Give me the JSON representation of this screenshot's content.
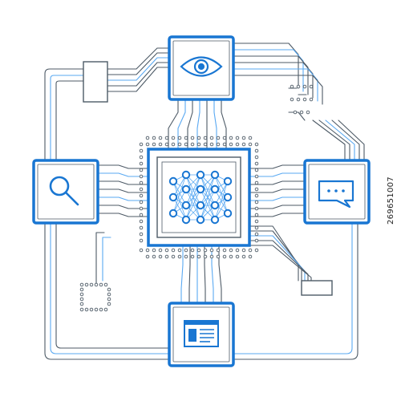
{
  "diagram": {
    "colors": {
      "line": "#4d5a66",
      "accent": "#1976d2",
      "accent_light": "#5aa9f2",
      "background": "#ffffff"
    },
    "nodes": [
      {
        "name": "eye-chip",
        "icon": "eye-icon"
      },
      {
        "name": "search-chip",
        "icon": "magnifier-icon"
      },
      {
        "name": "neural-network-chip",
        "icon": "neural-network-icon"
      },
      {
        "name": "chat-chip",
        "icon": "chat-bubble-icon"
      },
      {
        "name": "browser-chip",
        "icon": "web-page-icon"
      },
      {
        "name": "connector-block",
        "icon": "connector-icon"
      }
    ]
  },
  "watermark": {
    "stock_id": "269651007"
  }
}
